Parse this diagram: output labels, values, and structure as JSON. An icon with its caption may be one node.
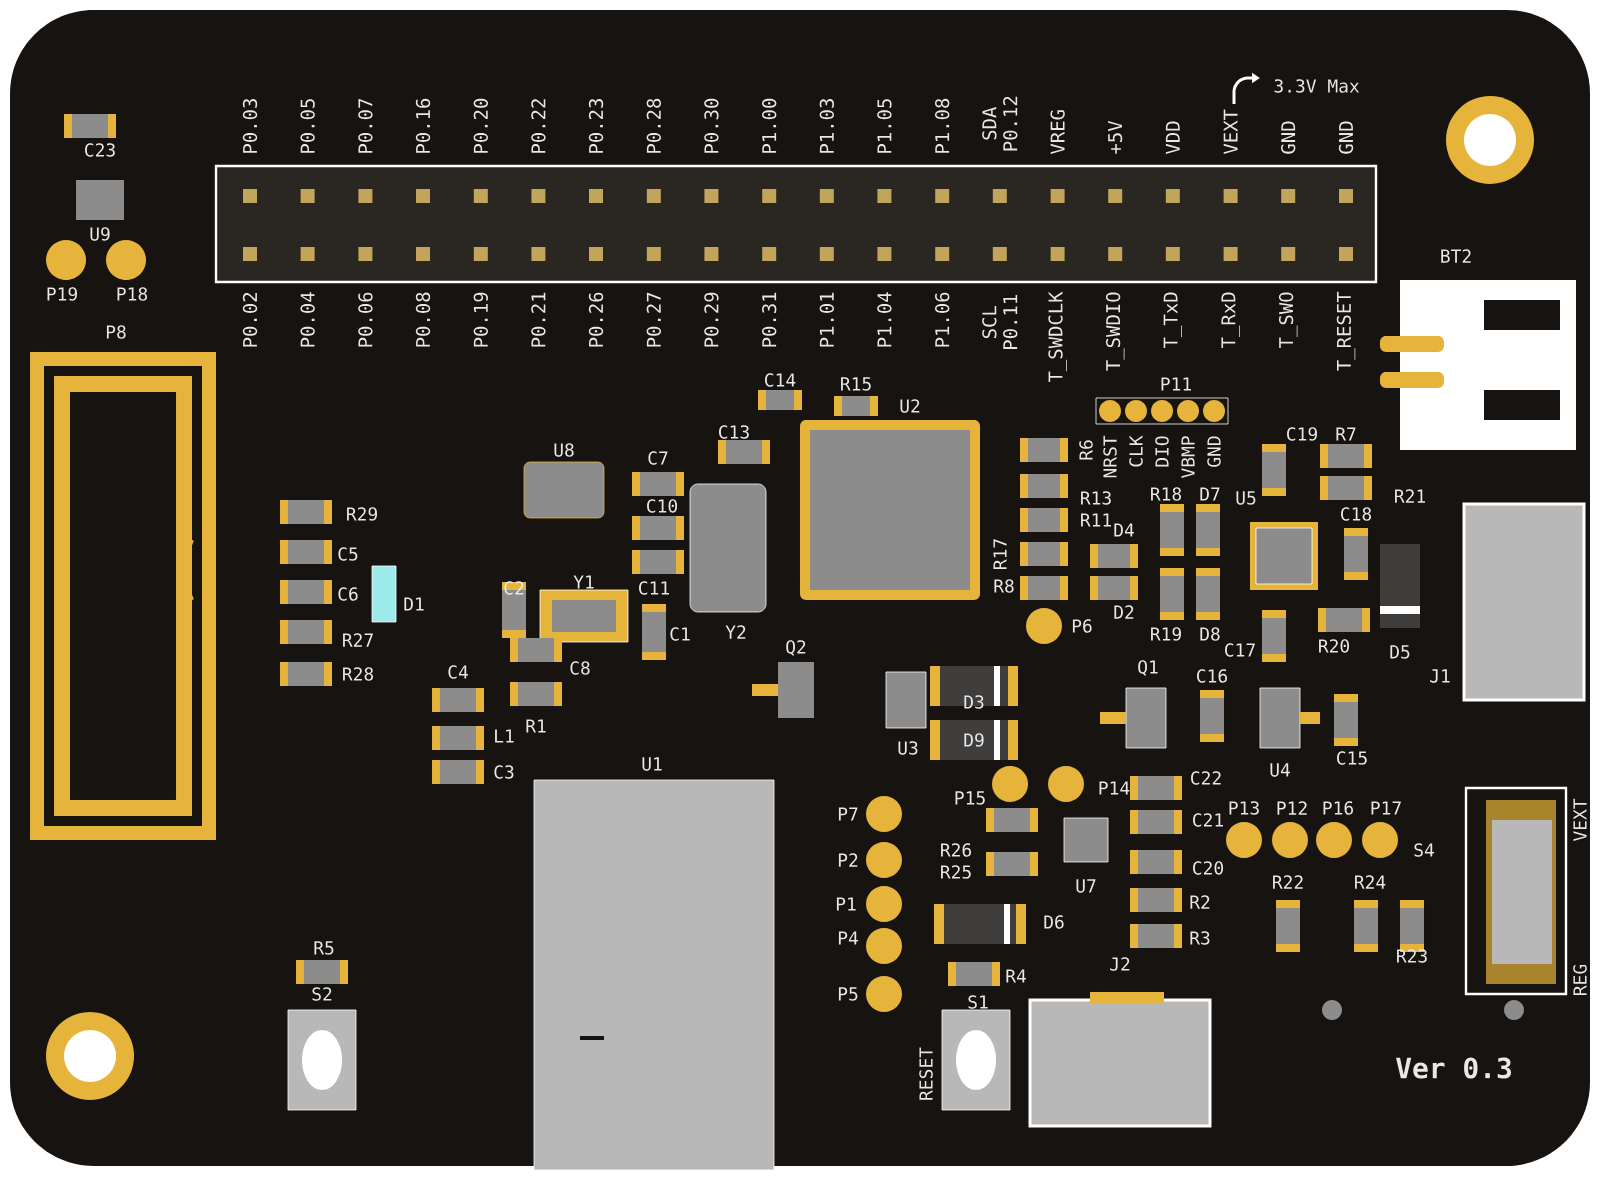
{
  "diagram": {
    "labels": [
      "3.3V Max",
      "P0.03",
      "P0.05",
      "P0.07",
      "P0.16",
      "P0.20",
      "P0.22",
      "P0.23",
      "P0.28",
      "P0.30",
      "P1.00",
      "P1.03",
      "P1.05",
      "P1.08",
      "SDA P0.12",
      "VREG",
      "+5V",
      "VDD",
      "VEXT",
      "GND",
      "GND",
      "C23",
      "U9",
      "P19",
      "P18",
      "P0.02",
      "P0.04",
      "P0.06",
      "P0.08",
      "P0.19",
      "P0.21",
      "P0.26",
      "P0.27",
      "P0.29",
      "P0.31",
      "P1.01",
      "P1.04",
      "P1.06",
      "SCL P0.11",
      "T_SWDCLK",
      "T_SWDIO",
      "T_TxD",
      "T_RxD",
      "T_SWO",
      "T_RESET",
      "BT2",
      "P8",
      "C14",
      "R15",
      "P11",
      "U2",
      "U8",
      "C7",
      "C13",
      "R6",
      "NRST",
      "CLK",
      "DIO",
      "VBMP",
      "GND",
      "C19",
      "R7",
      "C10",
      "R13",
      "R18",
      "D7",
      "U5",
      "R21",
      "R29",
      "R11",
      "D4",
      "C18",
      "C5",
      "R17",
      "C6",
      "D1",
      "C2",
      "Y1",
      "C11",
      "R8",
      "D2",
      "R27",
      "C1",
      "Y2",
      "Q2",
      "P6",
      "R19",
      "D8",
      "C17",
      "R20",
      "D5",
      "R28",
      "C4",
      "C8",
      "Q1",
      "C16",
      "J1",
      "D3",
      "L1",
      "R1",
      "U3",
      "D9",
      "C3",
      "U1",
      "C22",
      "U4",
      "C15",
      "P7",
      "P15",
      "P14",
      "C21",
      "P13",
      "P12",
      "P16",
      "P17",
      "VEXT",
      "P2",
      "R26",
      "C20",
      "S4",
      "R25",
      "U7",
      "R22",
      "R24",
      "P1",
      "D6",
      "R2",
      "R5",
      "P4",
      "R3",
      "R23",
      "R4",
      "J2",
      "REG",
      "S2",
      "P5",
      "S1",
      "RESET",
      "Ver 0.3"
    ]
  }
}
